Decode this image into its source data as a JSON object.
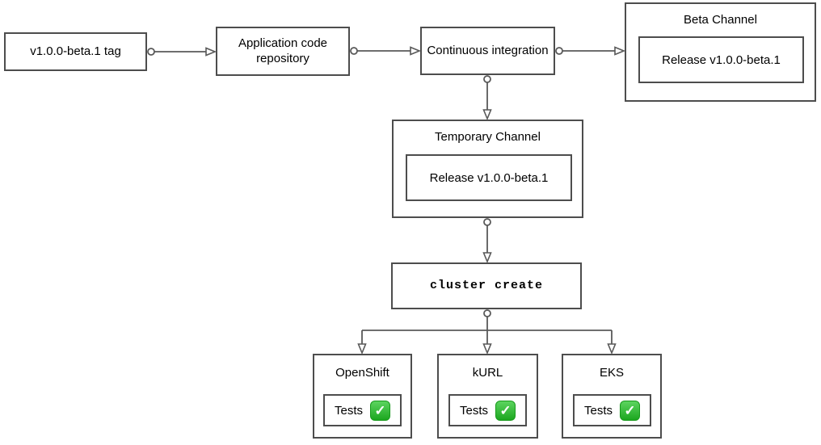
{
  "nodes": {
    "tag": {
      "label": "v1.0.0-beta.1 tag"
    },
    "repo": {
      "label": "Application code repository"
    },
    "ci": {
      "label": "Continuous integration"
    },
    "beta_channel": {
      "title": "Beta Channel",
      "release_label": "Release v1.0.0-beta.1"
    },
    "temporary_channel": {
      "title": "Temporary Channel",
      "release_label": "Release v1.0.0-beta.1"
    },
    "cluster_create": {
      "label": "cluster create"
    },
    "clusters": [
      {
        "title": "OpenShift",
        "tests_label": "Tests"
      },
      {
        "title": "kURL",
        "tests_label": "Tests"
      },
      {
        "title": "EKS",
        "tests_label": "Tests"
      }
    ]
  },
  "icons": {
    "check_icon": "✓"
  },
  "colors": {
    "background": "#ffffff",
    "text": "#000000",
    "border": "#4d4d4d",
    "connector": "#595959",
    "check_top": "#5cd45f",
    "check_bottom": "#1ca61f",
    "check_edge": "#179a1b"
  }
}
